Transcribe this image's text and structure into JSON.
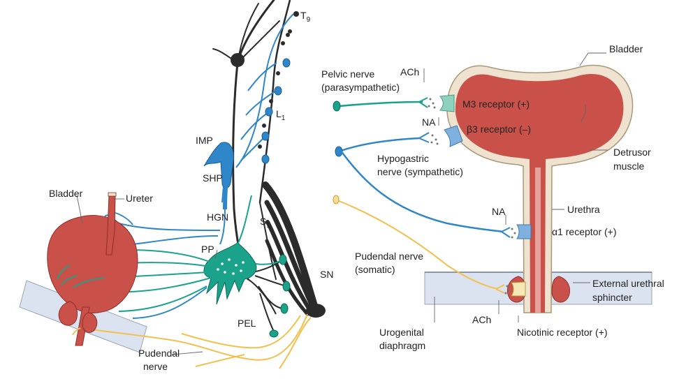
{
  "colors": {
    "bladder_fill": "#c9514a",
    "bladder_rim": "#efe3cf",
    "parasympathetic": "#1aa38a",
    "sympathetic": "#2f86c8",
    "somatic": "#f3c04e",
    "spinal_cord": "#2b2b2b",
    "receptor_m3": "#8ed1bd",
    "receptor_beta": "#7fb1df",
    "receptor_nicotinic": "#f6e9b5",
    "diaphragm": "#dce3f0"
  },
  "left": {
    "t9": "T",
    "t9_sub": "9",
    "l1": "L",
    "l1_sub": "1",
    "s1": "S",
    "s1_sub": "1",
    "imp": "IMP",
    "shp": "SHP",
    "hgn": "HGN",
    "pp": "PP",
    "pel": "PEL",
    "sn": "SN",
    "bladder": "Bladder",
    "ureter": "Ureter",
    "pudendal_line1": "Pudendal",
    "pudendal_line2": "nerve"
  },
  "right": {
    "bladder": "Bladder",
    "pelvic_line1": "Pelvic nerve",
    "pelvic_line2": "(parasympathetic)",
    "ach_top": "ACh",
    "m3": "M3 receptor (+)",
    "na_top": "NA",
    "beta3": "β3 receptor (–)",
    "hypogastric_line1": "Hypogastric",
    "hypogastric_line2": "nerve (sympathetic)",
    "detrusor_line1": "Detrusor",
    "detrusor_line2": "muscle",
    "na_mid": "NA",
    "urethra": "Urethra",
    "alpha1": "α1 receptor (+)",
    "pudendal_line1": "Pudendal nerve",
    "pudendal_line2": "(somatic)",
    "external_line1": "External urethral",
    "external_line2": "sphincter",
    "ach_bottom": "ACh",
    "nicotinic": "Nicotinic receptor (+)",
    "urogenital_line1": "Urogenital",
    "urogenital_line2": "diaphragm"
  }
}
